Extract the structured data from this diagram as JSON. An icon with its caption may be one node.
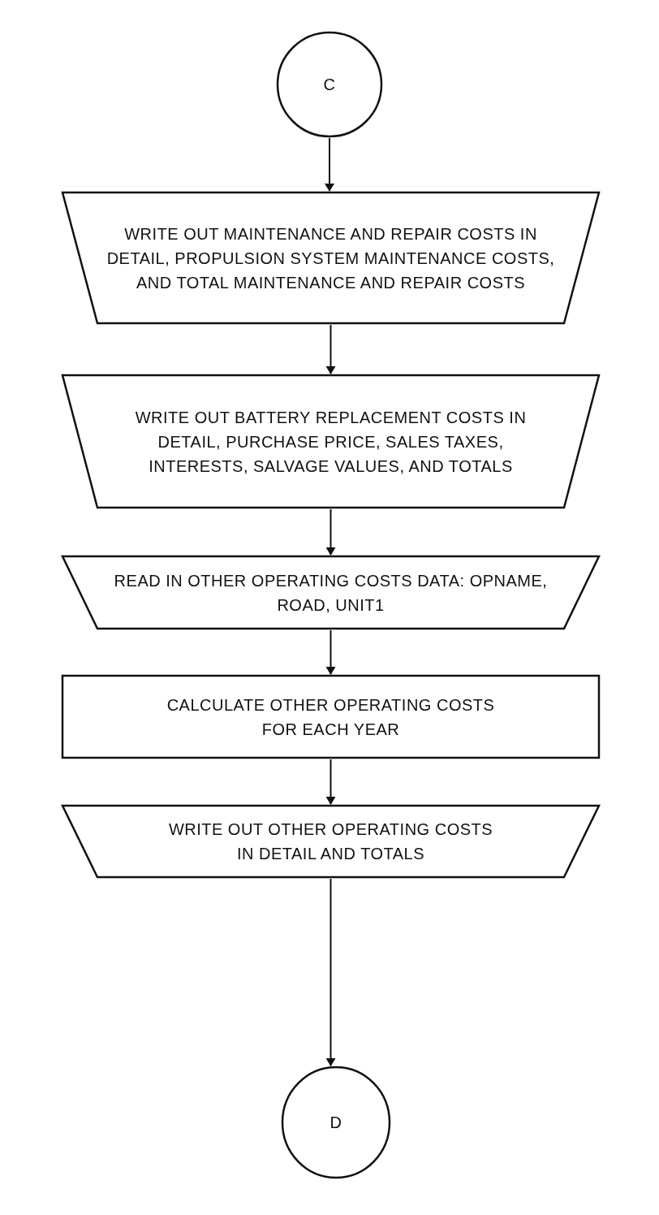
{
  "diagram": {
    "nodes": [
      {
        "text": [
          "C"
        ]
      },
      {
        "text": [
          "WRITE OUT MAINTENANCE AND REPAIR COSTS IN DETAIL, PROPULSION SYSTEM MAINTENANCE COSTS, AND TOTAL MAINTENANCE AND REPAIR COSTS"
        ]
      },
      {
        "text": [
          "WRITE OUT BATTERY REPLACEMENT COSTS IN DETAIL, PURCHASE PRICE, SALES TAXES, INTERESTS, SALVAGE VALUES, AND TOTALS"
        ]
      },
      {
        "text": [
          "READ IN OTHER OPERATING COSTS DATA: OPNAME, ROAD, UNIT1"
        ]
      },
      {
        "text": [
          "CALCULATE OTHER OPERATING COSTS FOR EACH YEAR"
        ]
      },
      {
        "text": [
          "WRITE OUT OTHER OPERATING COSTS IN DETAIL AND TOTALS"
        ]
      },
      {
        "text": [
          "D"
        ]
      }
    ],
    "edges": [
      {
        "from": 0,
        "to": 1,
        "arrow": "to"
      },
      {
        "from": 1,
        "to": 2,
        "arrow": "to"
      },
      {
        "from": 2,
        "to": 3,
        "arrow": "to"
      },
      {
        "from": 3,
        "to": 4,
        "arrow": "to"
      },
      {
        "from": 4,
        "to": 5,
        "arrow": "to"
      },
      {
        "from": 5,
        "to": 6,
        "arrow": "to"
      }
    ]
  }
}
